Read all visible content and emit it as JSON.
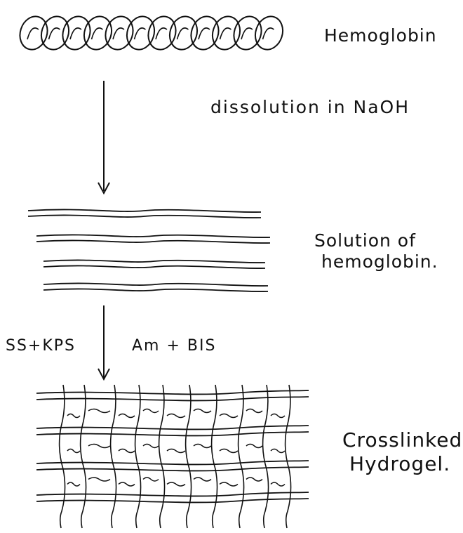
{
  "diagram": {
    "hemoglobin_label": "Hemoglobin",
    "step1_label": "dissolution in NaOH",
    "solution_label_line1": "Solution of",
    "solution_label_line2": "hemoglobin.",
    "reagent_left": "SS+KPS",
    "reagent_right": "Am + BIS",
    "gel_label_line1": "Crosslinked",
    "gel_label_line2": "Hydrogel."
  },
  "colors": {
    "ink": "#111111",
    "background": "#ffffff"
  }
}
